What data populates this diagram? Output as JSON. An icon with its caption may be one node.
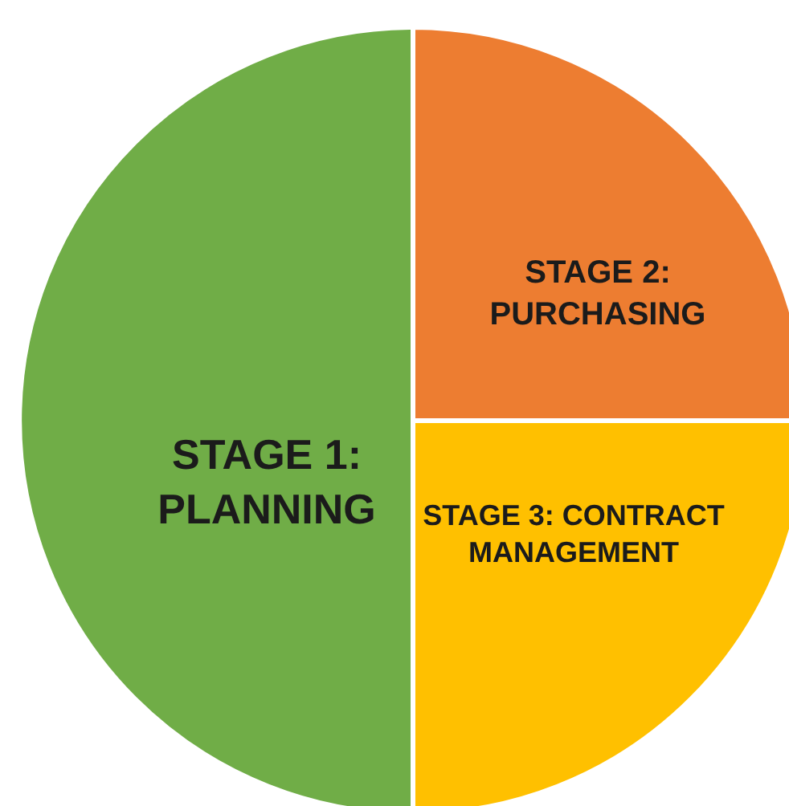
{
  "diagram": {
    "nodes": [
      {
        "text": [
          "STAGE 1: PLANNING"
        ]
      },
      {
        "text": [
          "STAGE 2: PURCHASING"
        ]
      },
      {
        "text": [
          "STAGE 3: CONTRACT MANAGEMENT"
        ]
      }
    ]
  }
}
